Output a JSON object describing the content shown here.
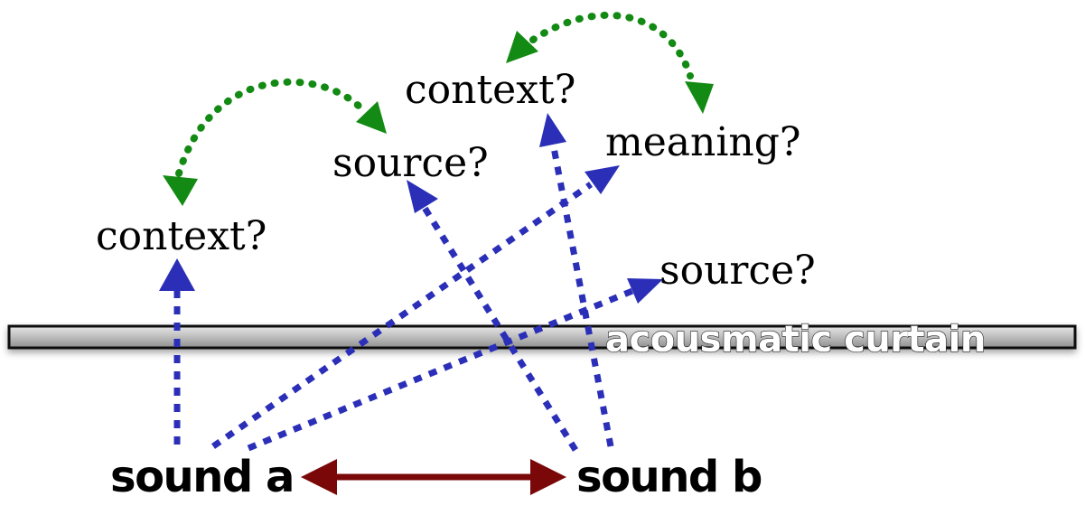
{
  "labels": {
    "context_left": "context?",
    "source_mid": "source?",
    "context_top": "context?",
    "meaning": "meaning?",
    "source_right": "source?",
    "curtain": "acousmatic curtain",
    "sound_a": "sound a",
    "sound_b": "sound b"
  },
  "colors": {
    "blue_arrow": "#2b2fb8",
    "green_arrow": "#138a13",
    "red_arrow": "#7a0808",
    "curtain_fill": "#bdbdbd",
    "curtain_stroke": "#111111"
  }
}
